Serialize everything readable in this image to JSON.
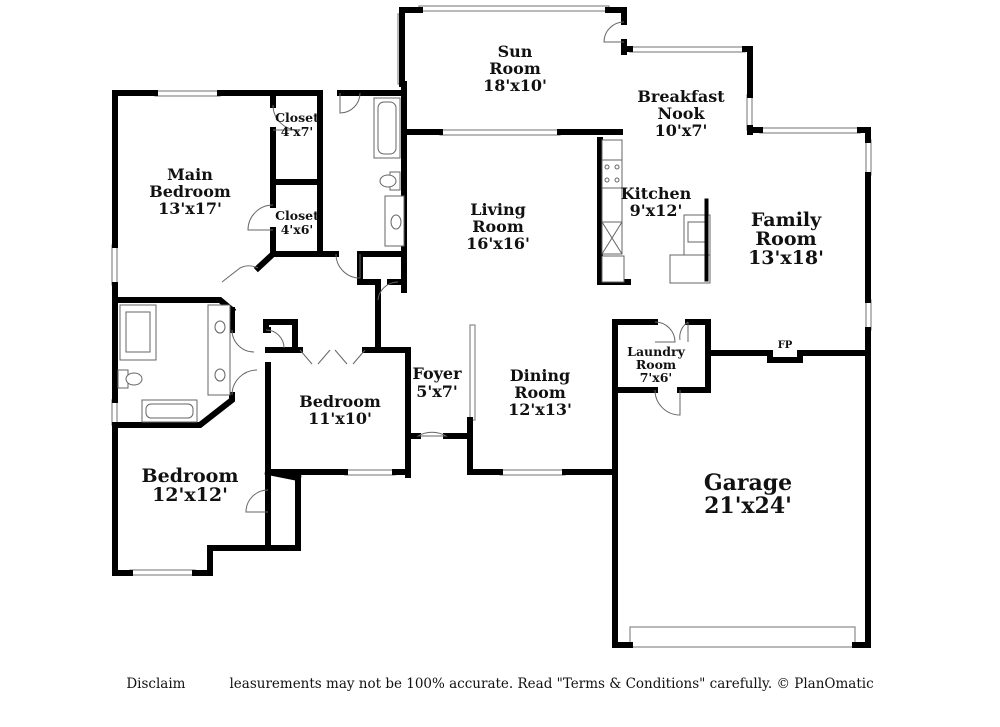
{
  "rooms": {
    "sun_room": {
      "name_line1": "Sun",
      "name_line2": "Room",
      "size": "18'x10'"
    },
    "breakfast_nook": {
      "name_line1": "Breakfast",
      "name_line2": "Nook",
      "size": "10'x7'"
    },
    "main_bedroom": {
      "name_line1": "Main",
      "name_line2": "Bedroom",
      "size": "13'x17'"
    },
    "closet_1": {
      "name": "Closet",
      "size": "4'x7'"
    },
    "closet_2": {
      "name": "Closet",
      "size": "4'x6'"
    },
    "living_room": {
      "name_line1": "Living",
      "name_line2": "Room",
      "size": "16'x16'"
    },
    "kitchen": {
      "name": "Kitchen",
      "size": "9'x12'"
    },
    "family_room": {
      "name_line1": "Family",
      "name_line2": "Room",
      "size": "13'x18'"
    },
    "laundry_room": {
      "name_line1": "Laundry",
      "name_line2": "Room",
      "size": "7'x6'"
    },
    "fp": {
      "name": "FP"
    },
    "foyer": {
      "name": "Foyer",
      "size": "5'x7'"
    },
    "dining_room": {
      "name_line1": "Dining",
      "name_line2": "Room",
      "size": "12'x13'"
    },
    "bedroom_2": {
      "name": "Bedroom",
      "size": "11'x10'"
    },
    "bedroom_3": {
      "name": "Bedroom",
      "size": "12'x12'"
    },
    "garage": {
      "name": "Garage",
      "size": "21'x24'"
    }
  },
  "disclaimer": {
    "part1": "Disclaim",
    "part2": "leasurements may not be 100% accurate. Read \"Terms & Conditions\" carefully. © PlanOmatic"
  }
}
